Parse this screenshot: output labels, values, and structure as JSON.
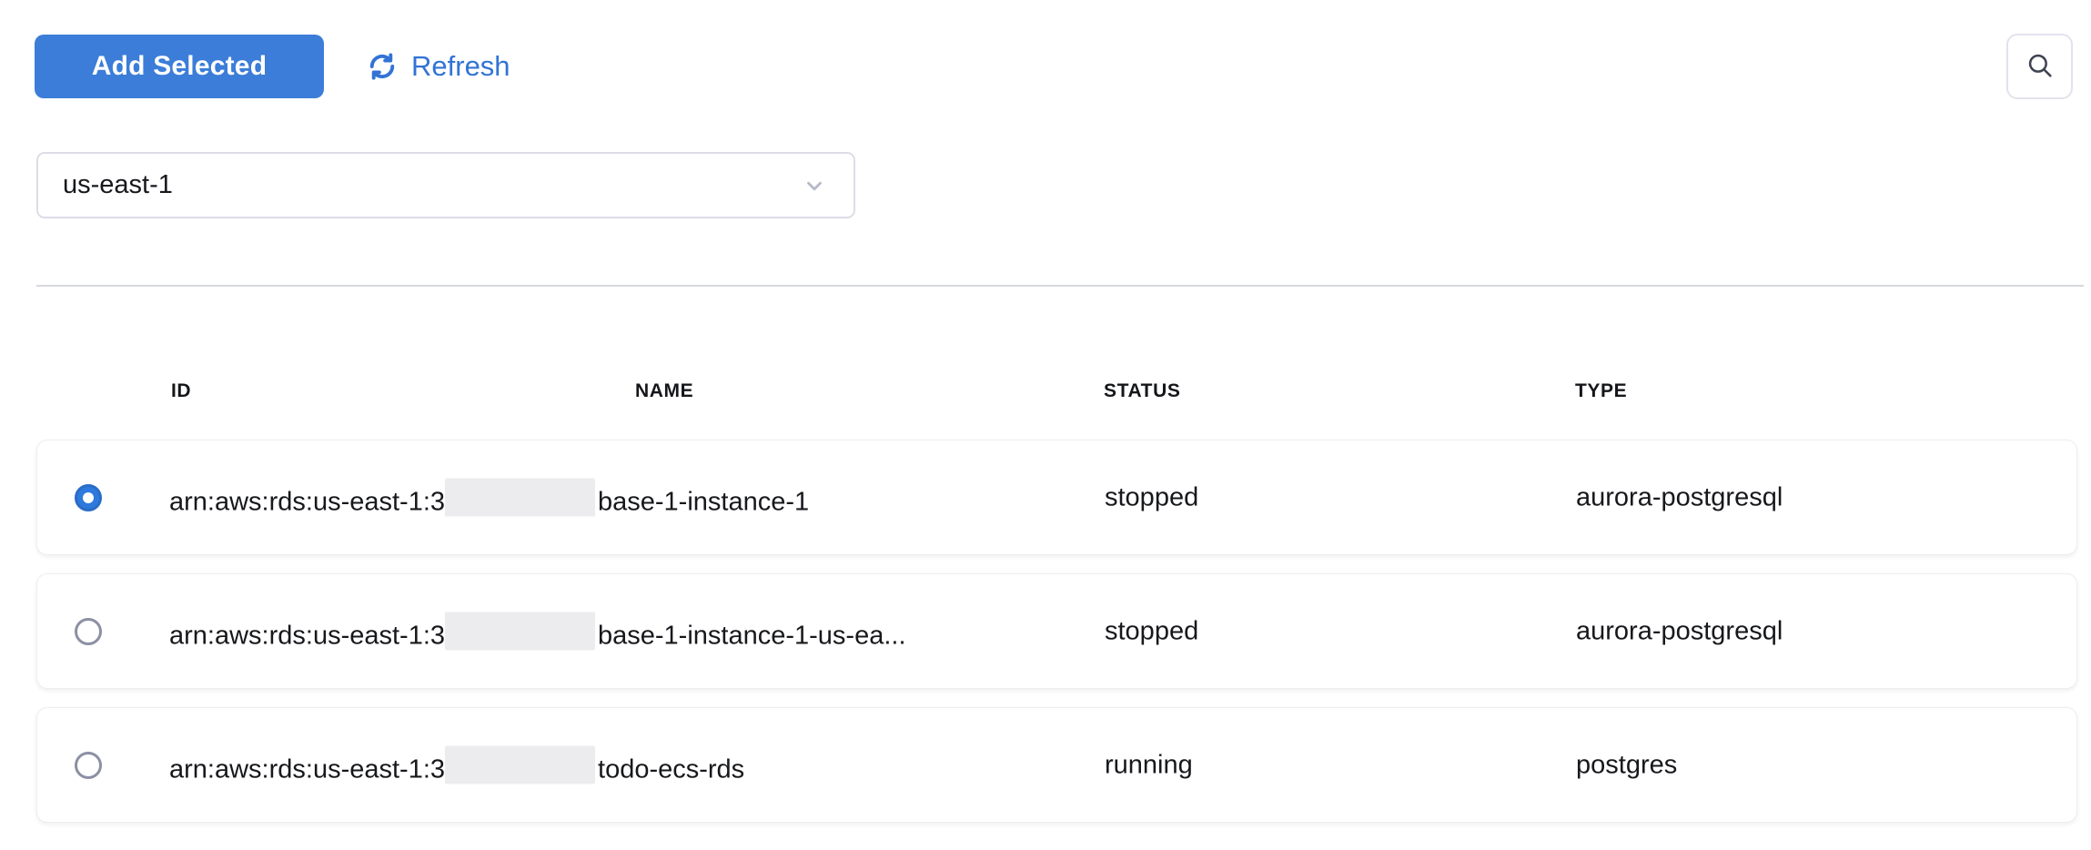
{
  "toolbar": {
    "add_selected_label": "Add Selected",
    "refresh_label": "Refresh"
  },
  "region_select": {
    "value": "us-east-1"
  },
  "table": {
    "columns": [
      "ID",
      "NAME",
      "STATUS",
      "TYPE"
    ],
    "rows": [
      {
        "selected": true,
        "id_prefix": "arn:aws:rds:us-east-1:3",
        "id_redacted": "account-number-redacted",
        "id_suffix": "base-1-instance-1",
        "name": "",
        "status": "stopped",
        "type": "aurora-postgresql"
      },
      {
        "selected": false,
        "id_prefix": "arn:aws:rds:us-east-1:3",
        "id_redacted": "account-number-redacted",
        "id_suffix": "base-1-instance-1-us-ea...",
        "name": "",
        "status": "stopped",
        "type": "aurora-postgresql"
      },
      {
        "selected": false,
        "id_prefix": "arn:aws:rds:us-east-1:3",
        "id_redacted": "account-number-redacted",
        "id_suffix": "todo-ecs-rds",
        "name": "",
        "status": "running",
        "type": "postgres"
      }
    ]
  },
  "colors": {
    "primary_button": "#3b7dd8",
    "link_blue": "#3273d5",
    "radio_selected": "#2e79dd",
    "divider": "#d5d7e0",
    "redaction": "#ececee",
    "text": "#17181c"
  }
}
